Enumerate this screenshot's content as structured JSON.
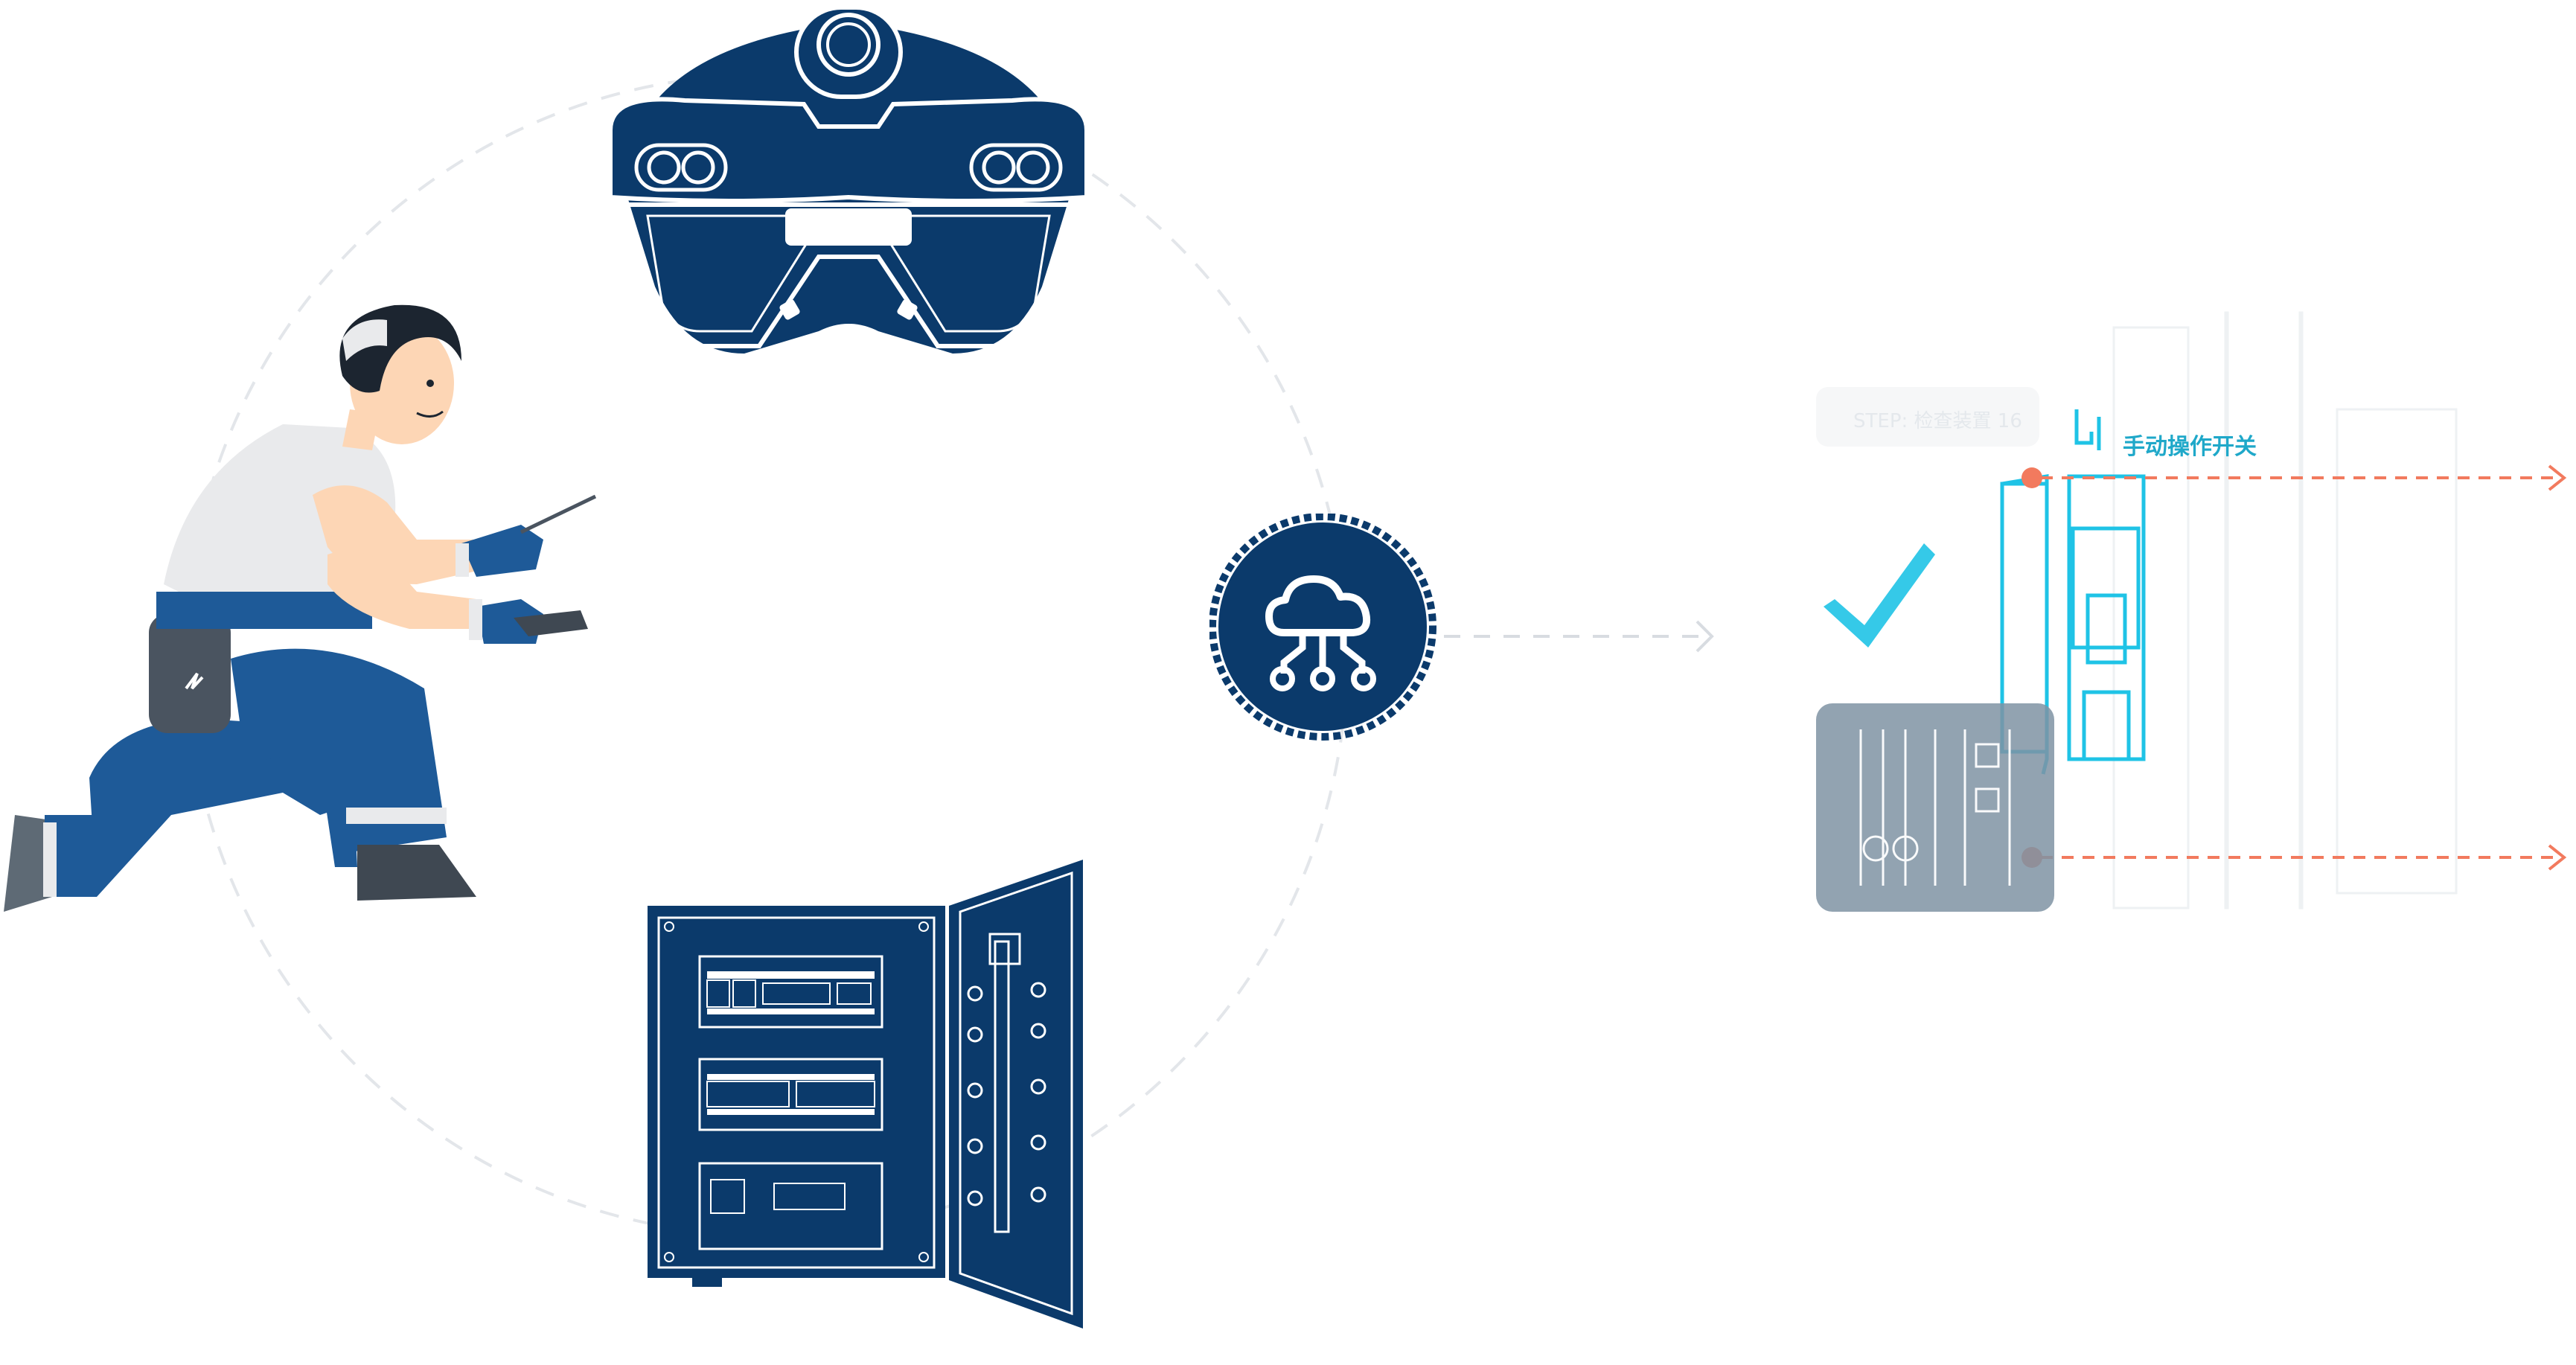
{
  "ar_overlay": {
    "step_label": "STEP: 检查装置 16",
    "switch_label": "手动操作开关"
  },
  "colors": {
    "navy": "#0B3A6B",
    "accent_cyan": "#1FC3E6",
    "arrow_orange": "#F27A5E",
    "skin": "#FDD6B5",
    "shirt_gray": "#E9EAEC",
    "pants_blue": "#1E5A98"
  },
  "icons": {
    "headset": "ar-headset-icon",
    "cloud": "cloud-network-icon",
    "cabinet": "electrical-cabinet-icon",
    "check": "checkmark-icon",
    "worker": "worker-illustration"
  }
}
